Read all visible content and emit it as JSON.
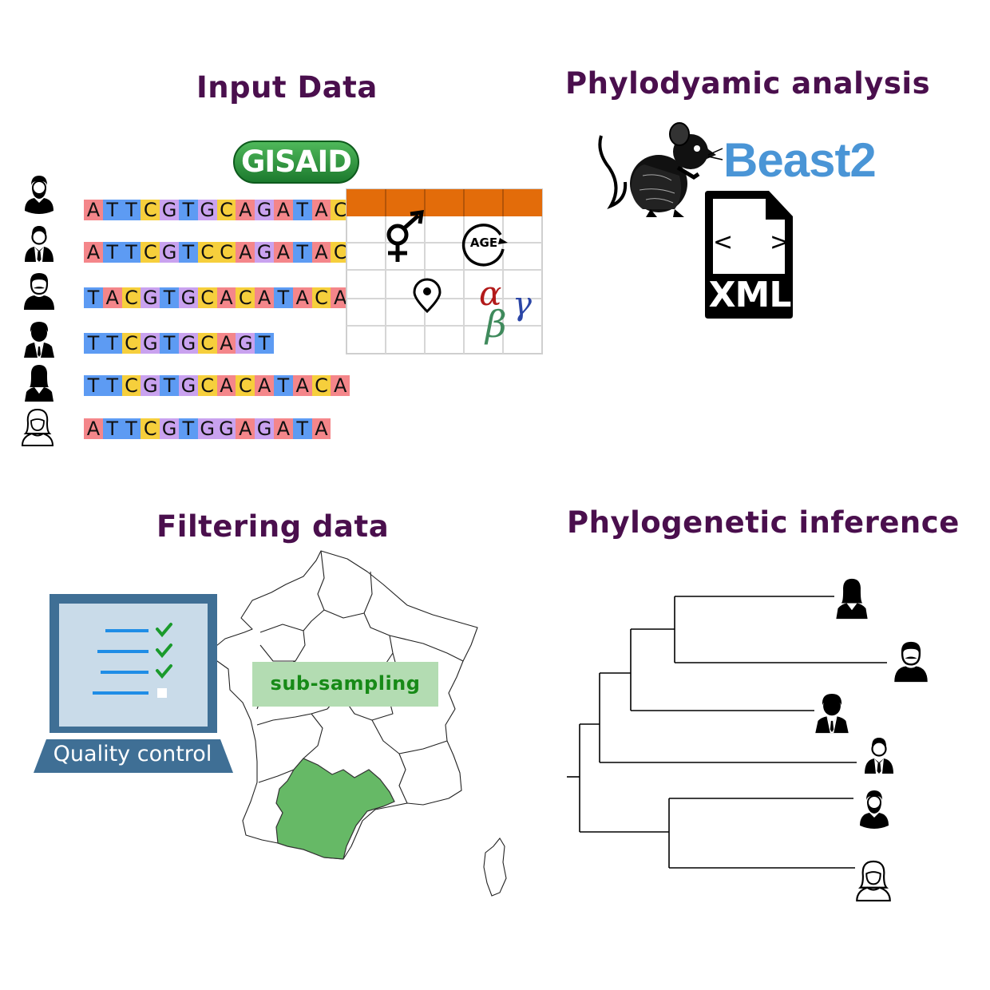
{
  "panels": {
    "input": {
      "title": "Input Data"
    },
    "phylodynamic": {
      "title": "Phylodyamic analysis"
    },
    "filtering": {
      "title": "Filtering data"
    },
    "phylogenetic": {
      "title": "Phylogenetic inference"
    }
  },
  "input_data": {
    "gisaid_logo": "GISAID",
    "sequences": [
      "ATTCGTGCAGATACA",
      "ATTCGTCCAGATACA",
      "TACGTGCACATACA",
      "TTCGTGCAGT",
      "TTCGTGCACATACA",
      "ATTCGTGGAGATA"
    ],
    "people_icons": [
      "bearded-man-icon",
      "man-with-tie-icon",
      "mustache-man-icon",
      "man-suit-icon",
      "woman-suit-icon",
      "woman-outline-icon"
    ],
    "base_colors": {
      "A": "#f4868a",
      "T": "#5d9bf3",
      "C": "#f6cf3c",
      "G": "#c9a2ef"
    },
    "metadata_table": {
      "header_color": "#e36c0a",
      "icons": [
        "gender-icon",
        "age-icon",
        "location-pin-icon",
        "greek-letters-icon"
      ],
      "age_label": "AGE",
      "greek": {
        "alpha": "α",
        "beta": "β",
        "gamma": "γ"
      }
    }
  },
  "phylodynamic_analysis": {
    "software_name": "Beast2",
    "file_icon_label": "XML",
    "file_icon_brackets": {
      "open": "<",
      "close": ">"
    }
  },
  "filtering_data": {
    "quality_control_label": "Quality control",
    "subsampling_label": "sub-sampling",
    "highlight_color": "#66b966",
    "checklist_checked": [
      true,
      true,
      true,
      false
    ]
  },
  "phylogenetic_inference": {
    "tip_icons": [
      "woman-suit-icon",
      "mustache-man-icon",
      "man-suit-icon",
      "man-with-tie-icon",
      "bearded-man-icon",
      "woman-outline-icon"
    ]
  }
}
